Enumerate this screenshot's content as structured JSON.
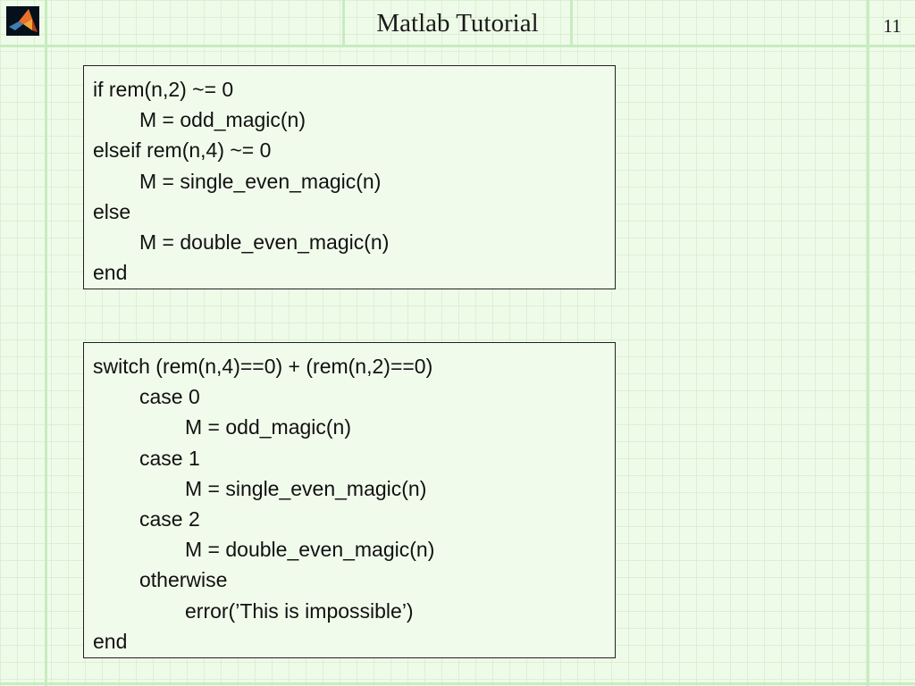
{
  "header": {
    "logo_icon": "matlab-logo-icon",
    "title": "Matlab Tutorial",
    "page_number": "11"
  },
  "colors": {
    "background": "#effbe9",
    "frame_lines": "#c7ecc0",
    "box_border": "#222222"
  },
  "if_block": {
    "lines": [
      "if rem(n,2) ~= 0",
      "M = odd_magic(n)",
      "elseif rem(n,4) ~= 0",
      "M = single_even_magic(n)",
      "else",
      "M = double_even_magic(n)",
      "end"
    ]
  },
  "switch_block": {
    "lines": [
      "switch (rem(n,4)==0) + (rem(n,2)==0)",
      "case 0",
      "M = odd_magic(n)",
      "case 1",
      "M = single_even_magic(n)",
      "case 2",
      "M = double_even_magic(n)",
      "otherwise",
      "error(’This is impossible’)",
      "end"
    ]
  }
}
